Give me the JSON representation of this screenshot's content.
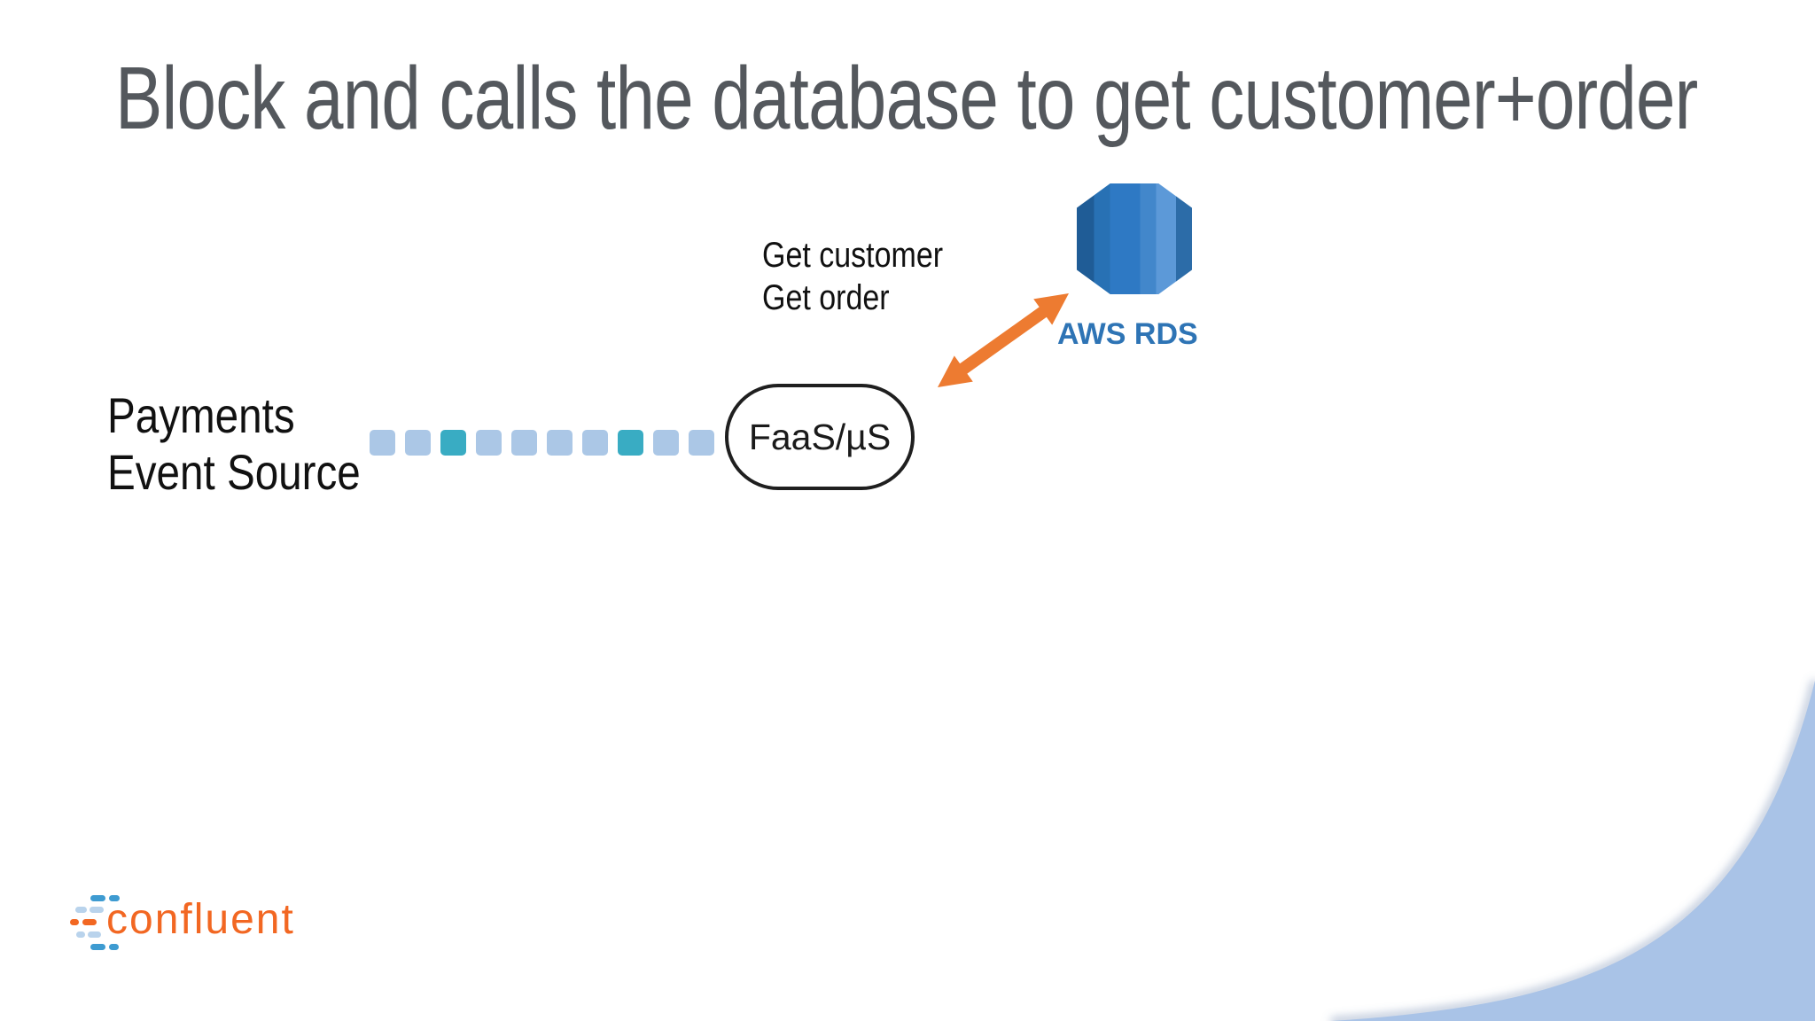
{
  "slide": {
    "title": "Block and calls the database to get customer+order",
    "source_label_line1": "Payments",
    "source_label_line2": "Event Source",
    "faas_label": "FaaS/µS",
    "db_call_line1": "Get customer",
    "db_call_line2": "Get order",
    "database_label": "AWS RDS",
    "logo_text": "confluent"
  },
  "diagram": {
    "event_squares": [
      "light",
      "light",
      "teal",
      "light",
      "light",
      "light",
      "light",
      "teal",
      "light",
      "light"
    ],
    "arrow": "bidirectional-arrow-between-faas-and-rds",
    "database_icon": "aws-rds-faceted-cylinder"
  },
  "colors": {
    "title_gray": "#54585D",
    "text_black": "#111111",
    "square_light_blue": "#ABC7E6",
    "square_teal": "#39ACC3",
    "arrow_orange": "#ED7B31",
    "rds_label_blue": "#2E74B5",
    "corner_curve_blue": "#A9C3E7",
    "logo_orange": "#F26722",
    "logo_blue": "#3E9BD1",
    "logo_light_blue": "#B9D3EC",
    "pill_border": "#1F1F1F"
  },
  "rds_icon_gradient": [
    "#1F5C96 0% 15%",
    "#2871B4 15% 29%",
    "#2E79C4 29% 55%",
    "#4287CB 55% 69%",
    "#5C99D8 69% 86%",
    "#2C6CA8 86% 100%"
  ]
}
